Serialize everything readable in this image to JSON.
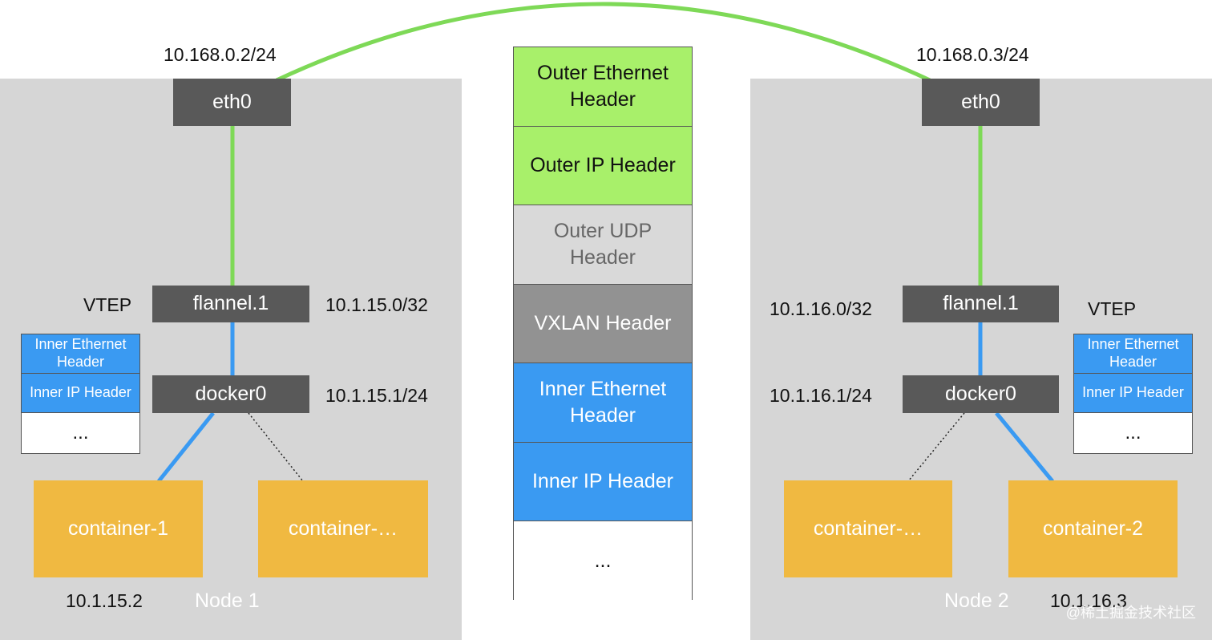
{
  "node1": {
    "label": "Node 1",
    "eth0": {
      "name": "eth0",
      "ip": "10.168.0.2/24"
    },
    "flannel": {
      "name": "flannel.1",
      "ip": "10.1.15.0/32",
      "tag": "VTEP"
    },
    "docker0": {
      "name": "docker0",
      "ip": "10.1.15.1/24"
    },
    "containers": [
      {
        "name": "container-1",
        "ip": "10.1.15.2"
      },
      {
        "name": "container-…"
      }
    ],
    "inner_stack": [
      "Inner Ethernet Header",
      "Inner IP Header",
      "..."
    ]
  },
  "node2": {
    "label": "Node 2",
    "eth0": {
      "name": "eth0",
      "ip": "10.168.0.3/24"
    },
    "flannel": {
      "name": "flannel.1",
      "ip": "10.1.16.0/32",
      "tag": "VTEP"
    },
    "docker0": {
      "name": "docker0",
      "ip": "10.1.16.1/24"
    },
    "containers": [
      {
        "name": "container-…"
      },
      {
        "name": "container-2",
        "ip": "10.1.16.3"
      }
    ],
    "inner_stack": [
      "Inner Ethernet Header",
      "Inner IP Header",
      "..."
    ]
  },
  "packet": [
    {
      "text": "Outer Ethernet Header",
      "bg": "#a8f06a",
      "fg": "#111111"
    },
    {
      "text": "Outer IP Header",
      "bg": "#a8f06a",
      "fg": "#111111"
    },
    {
      "text": "Outer UDP Header",
      "bg": "#d9d9d9",
      "fg": "#666666"
    },
    {
      "text": "VXLAN Header",
      "bg": "#929292",
      "fg": "#ffffff"
    },
    {
      "text": "Inner Ethernet Header",
      "bg": "#3a9af2",
      "fg": "#ffffff"
    },
    {
      "text": "Inner IP Header",
      "bg": "#3a9af2",
      "fg": "#ffffff"
    },
    {
      "text": "...",
      "bg": "#ffffff",
      "fg": "#111111"
    }
  ],
  "colors": {
    "link_green": "#7ed957",
    "link_blue": "#3a9af2",
    "node_bg": "#d6d6d6",
    "container": "#f0b941",
    "device": "#595959"
  },
  "watermark": "@稀土掘金技术社区"
}
